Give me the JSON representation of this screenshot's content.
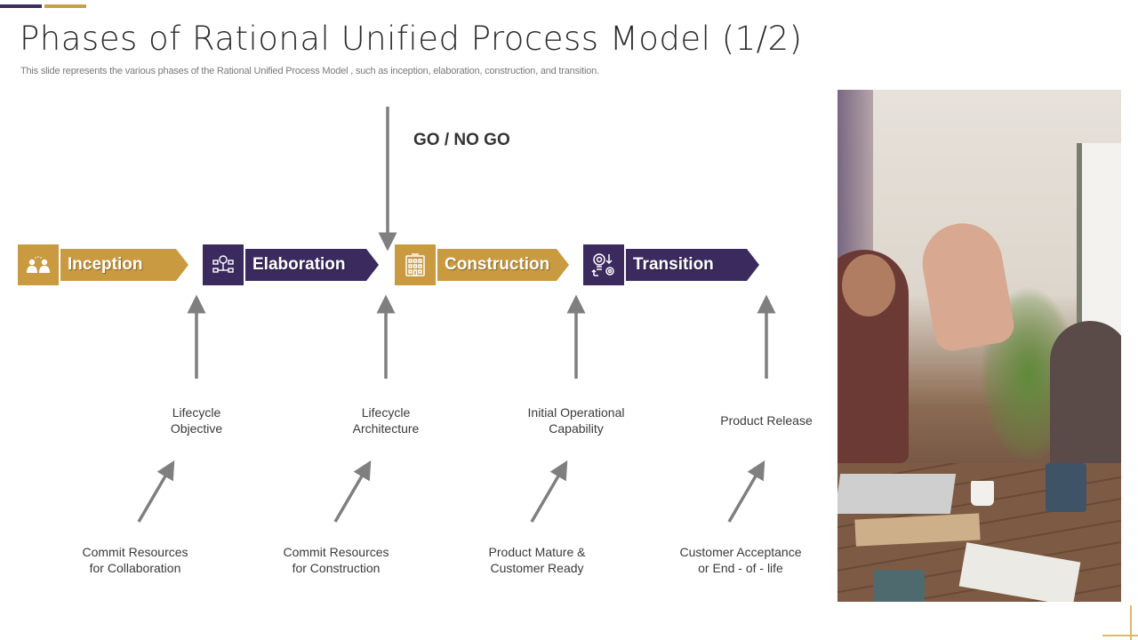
{
  "slide": {
    "title": "Phases of Rational Unified Process Model (1/2)",
    "subtitle": "This slide represents the various phases of the Rational Unified Process Model , such as inception, elaboration, construction, and transition."
  },
  "colors": {
    "gold": "#c99a3f",
    "purple": "#3b2a5e",
    "arrow_gray": "#7f7f7f",
    "accent_line_gold": "#d9b96a"
  },
  "gate": {
    "label": "GO / NO GO"
  },
  "phases": [
    {
      "label": "Inception",
      "icon": "people-icon",
      "color": "gold"
    },
    {
      "label": "Elaboration",
      "icon": "analysis-network-icon",
      "color": "purple"
    },
    {
      "label": "Construction",
      "icon": "building-icon",
      "color": "gold"
    },
    {
      "label": "Transition",
      "icon": "bulb-gear-transfer-icon",
      "color": "purple"
    }
  ],
  "milestones": [
    {
      "label_line1": "Lifecycle",
      "label_line2": "Objective"
    },
    {
      "label_line1": "Lifecycle",
      "label_line2": "Architecture"
    },
    {
      "label_line1": "Initial  Operational",
      "label_line2": "Capability"
    },
    {
      "label_line1": "Product Release",
      "label_line2": ""
    }
  ],
  "criteria": [
    {
      "label_line1": "Commit Resources",
      "label_line2": "for Collaboration"
    },
    {
      "label_line1": "Commit Resources",
      "label_line2": "for Construction"
    },
    {
      "label_line1": "Product Mature  &",
      "label_line2": "Customer Ready"
    },
    {
      "label_line1": "Customer Acceptance",
      "label_line2": "or End - of - life"
    }
  ],
  "image": {
    "description": "team high-five photo"
  }
}
